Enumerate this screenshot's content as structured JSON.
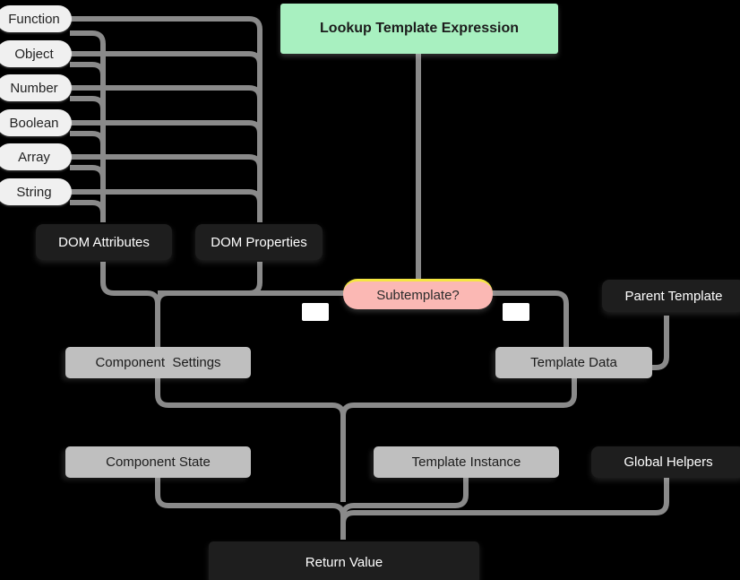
{
  "diagram": {
    "title": "Lookup Template Expression",
    "background_color": "#000000",
    "wire_color": "#8a8a8a",
    "nodes": {
      "root": {
        "label": "Lookup Template Expression",
        "color": "#a8f0c0",
        "text_color": "#1c1c1c"
      },
      "types": [
        {
          "label": "Function"
        },
        {
          "label": "Object"
        },
        {
          "label": "Number"
        },
        {
          "label": "Boolean"
        },
        {
          "label": "Array"
        },
        {
          "label": "String"
        }
      ],
      "dom_attributes": {
        "label": "DOM Attributes",
        "color": "#1e1e1e",
        "text_color": "#ffffff"
      },
      "dom_properties": {
        "label": "DOM Properties",
        "color": "#1e1e1e",
        "text_color": "#ffffff"
      },
      "subtemplate": {
        "label": "Subtemplate?",
        "color": "#fbb8b4",
        "accent_color": "#f5e642",
        "text_color": "#2c2c2c"
      },
      "branch_labels": [
        {
          "label": ""
        },
        {
          "label": ""
        }
      ],
      "parent_template": {
        "label": "Parent Template",
        "color": "#1e1e1e",
        "text_color": "#ffffff"
      },
      "component_settings": {
        "label": "Component  Settings",
        "color": "#bfbfbf",
        "text_color": "#1c1c1c"
      },
      "template_data": {
        "label": "Template Data",
        "color": "#bfbfbf",
        "text_color": "#1c1c1c"
      },
      "component_state": {
        "label": "Component State",
        "color": "#bfbfbf",
        "text_color": "#1c1c1c"
      },
      "template_instance": {
        "label": "Template Instance",
        "color": "#bfbfbf",
        "text_color": "#1c1c1c"
      },
      "global_helpers": {
        "label": "Global Helpers",
        "color": "#1e1e1e",
        "text_color": "#ffffff"
      },
      "return_value": {
        "label": "Return Value",
        "color": "#2b2b2b",
        "text_color": "#ffffff"
      }
    }
  }
}
